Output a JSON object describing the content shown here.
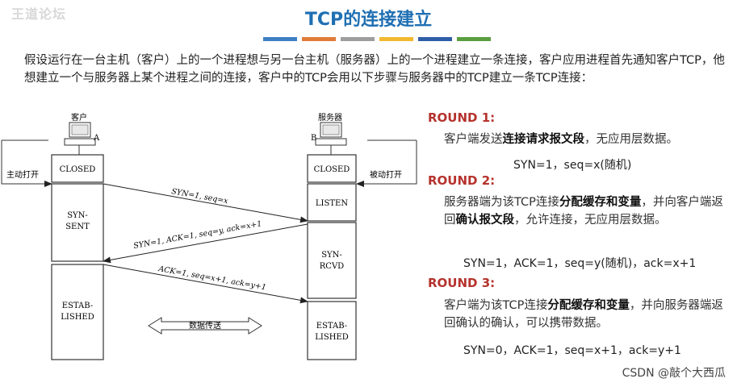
{
  "logo": "王道论坛",
  "title": "TCP的连接建立",
  "color_bar_colors": [
    "#3d7fc4",
    "#e07b39",
    "#9e9e9e",
    "#f2b92f",
    "#2f5ea8",
    "#5a9e3f"
  ],
  "intro": "假设运行在一台主机（客户）上的一个进程想与另一台主机（服务器）上的一个进程建立一条连接，客户应用进程首先通知客户TCP，他想建立一个与服务器上某个进程之间的连接，客户中的TCP会用以下步骤与服务器中的TCP建立一条TCP连接：",
  "diagram": {
    "client_label": "客户",
    "client_letter": "A",
    "server_label": "服务器",
    "server_letter": "B",
    "active_open": "主动打开",
    "passive_open": "被动打开",
    "client_states": {
      "closed": "CLOSED",
      "syn_sent_1": "SYN-",
      "syn_sent_2": "SENT",
      "estab_1": "ESTAB-",
      "estab_2": "LISHED"
    },
    "server_states": {
      "closed": "CLOSED",
      "listen": "LISTEN",
      "syn_rcvd_1": "SYN-",
      "syn_rcvd_2": "RCVD",
      "estab_1": "ESTAB-",
      "estab_2": "LISHED"
    },
    "msg1": "SYN=1, seq=x",
    "msg2": "SYN=1, ACK=1, seq=y, ack=x+1",
    "msg3": "ACK=1, seq=x+1, ack=y+1",
    "data_transfer": "数据传送"
  },
  "rounds": [
    {
      "title": "ROUND 1:",
      "pre": "客户端发送",
      "bold": "连接请求报文段",
      "post": "，无应用层数据。",
      "formula": "SYN=1，seq=x(随机)"
    },
    {
      "title": "ROUND 2:",
      "pre": "服务器端为该TCP连接",
      "bold": "分配缓存和变量",
      "mid": "，并向客户端返回",
      "bold2": "确认报文段",
      "post": "，允许连接，无应用层数据。",
      "formula": "SYN=1，ACK=1，seq=y(随机)，ack=x+1"
    },
    {
      "title": "ROUND 3:",
      "pre": "客户端为该TCP连接",
      "bold": "分配缓存和变量",
      "post": "，并向服务器端返回确认的确认，可以携带数据。",
      "formula": "SYN=0，ACK=1，seq=x+1，ack=y+1"
    }
  ],
  "watermark": "CSDN @敲个大西瓜"
}
